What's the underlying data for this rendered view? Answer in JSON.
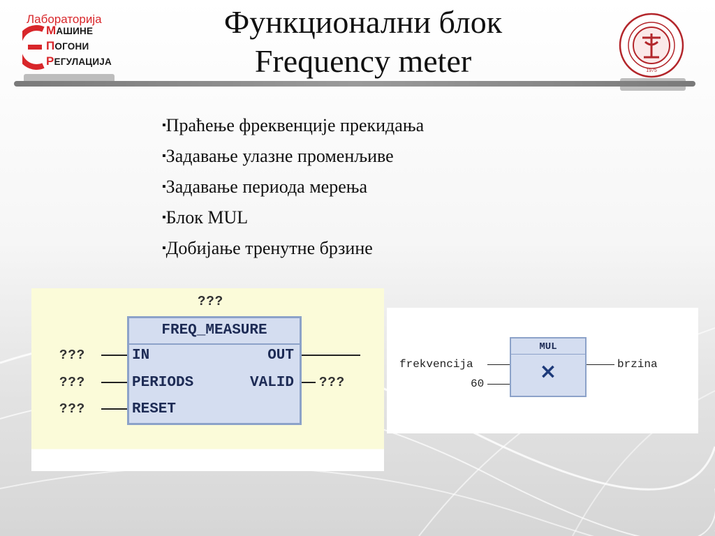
{
  "title_line1": "Функционални блок",
  "title_line2": "Frequency meter",
  "lab_logo": {
    "title": "Лабораторија",
    "line1_cap": "М",
    "line1_rest": "АШИНЕ",
    "line2_cap": "П",
    "line2_rest": "ОГОНИ",
    "line3_cap": "Р",
    "line3_rest": "ЕГУЛАЦИЈА"
  },
  "seal": {
    "icon": "faculty-seal-icon",
    "year": "1975"
  },
  "bullets": [
    "Праћење фреквенције прекидања",
    "Задавање улазне променљиве",
    "Задавање периода мерења",
    "Блок MUL",
    "Добијање тренутне брзине"
  ],
  "freq_block": {
    "instance": "???",
    "name": "FREQ_MEASURE",
    "inputs": [
      "IN",
      "PERIODS",
      "RESET"
    ],
    "outputs": [
      "OUT",
      "VALID"
    ],
    "input_values": [
      "???",
      "???",
      "???"
    ],
    "valid_value": "???"
  },
  "mul_block": {
    "name": "MUL",
    "symbol": "×",
    "input1": "frekvencija",
    "input2": "60",
    "output": "brzina"
  },
  "colors": {
    "accent_red": "#d8262a",
    "block_fill": "#d4ddf0",
    "block_border": "#8ca2c9"
  }
}
